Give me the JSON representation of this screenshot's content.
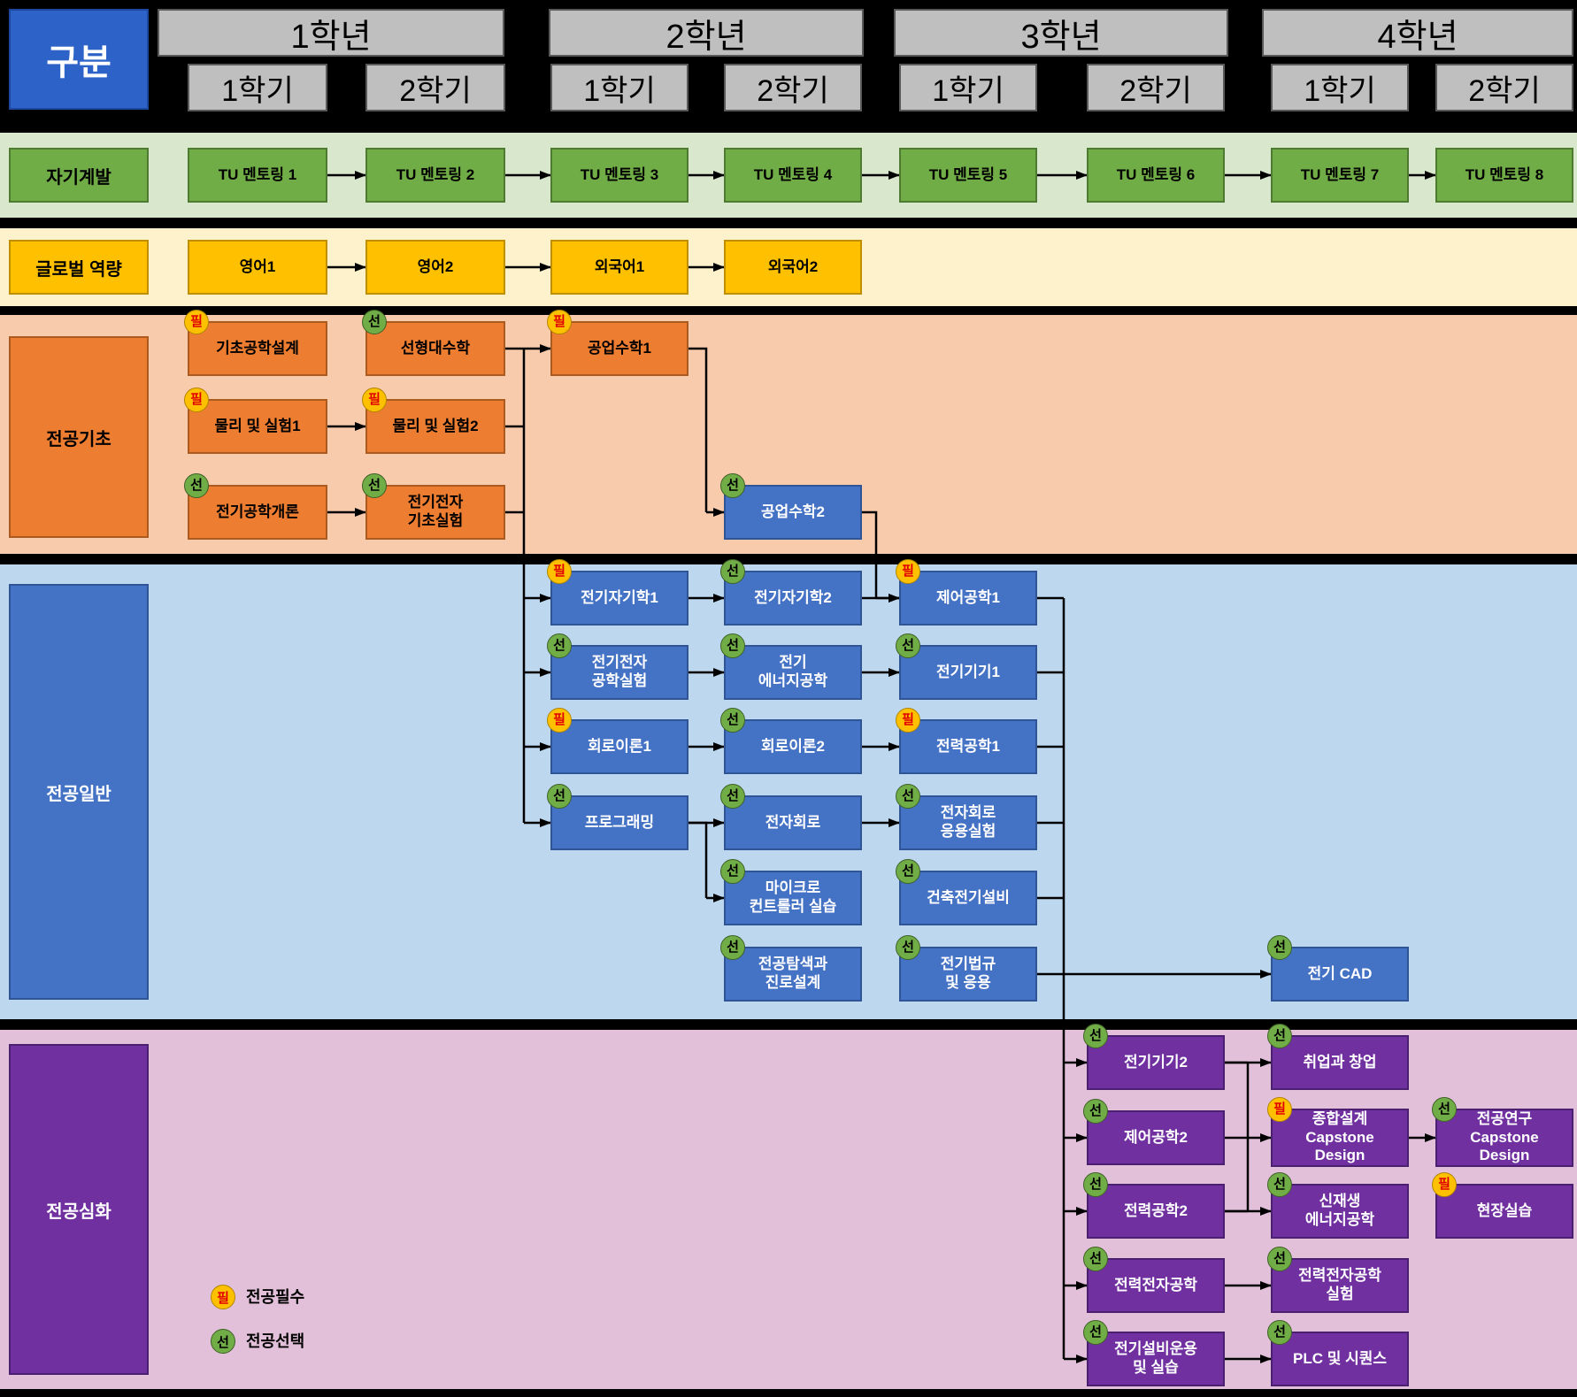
{
  "header": {
    "corner": "구분",
    "years": [
      "1학년",
      "2학년",
      "3학년",
      "4학년"
    ],
    "semesters": [
      "1학기",
      "2학기",
      "1학기",
      "2학기",
      "1학기",
      "2학기",
      "1학기",
      "2학기"
    ]
  },
  "tracks": {
    "selfdev": "자기계발",
    "global": "글로벌 역량",
    "basic": "전공기초",
    "general": "전공일반",
    "advanced": "전공심화"
  },
  "legend": {
    "required": {
      "badge": "필",
      "label": "전공필수"
    },
    "elective": {
      "badge": "선",
      "label": "전공선택"
    }
  },
  "colors": {
    "required_badge": "#ffc000",
    "elective_badge": "#70ad47",
    "selfdev": "#70ad47",
    "global": "#ffc000",
    "basic": "#ed7d31",
    "general": "#4472c4",
    "advanced": "#7030a0"
  },
  "courses": {
    "tu1": {
      "label": "TU 멘토링 1"
    },
    "tu2": {
      "label": "TU 멘토링 2"
    },
    "tu3": {
      "label": "TU 멘토링 3"
    },
    "tu4": {
      "label": "TU 멘토링 4"
    },
    "tu5": {
      "label": "TU 멘토링 5"
    },
    "tu6": {
      "label": "TU 멘토링 6"
    },
    "tu7": {
      "label": "TU 멘토링 7"
    },
    "tu8": {
      "label": "TU 멘토링 8"
    },
    "eng1": {
      "label": "영어1"
    },
    "eng2": {
      "label": "영어2"
    },
    "lang1": {
      "label": "외국어1"
    },
    "lang2": {
      "label": "외국어2"
    },
    "basicdesign": {
      "label": "기초공학설계",
      "badge": "필"
    },
    "linalg": {
      "label": "선형대수학",
      "badge": "선"
    },
    "engmath1": {
      "label": "공업수학1",
      "badge": "필"
    },
    "phys1": {
      "label": "물리 및 실험1",
      "badge": "필"
    },
    "phys2": {
      "label": "물리 및 실험2",
      "badge": "필"
    },
    "intro": {
      "label": "전기공학개론",
      "badge": "선"
    },
    "basiclab": {
      "label": "전기전자\n기초실험",
      "badge": "선"
    },
    "engmath2": {
      "label": "공업수학2",
      "badge": "선"
    },
    "emag1": {
      "label": "전기자기학1",
      "badge": "필"
    },
    "emag2": {
      "label": "전기자기학2",
      "badge": "선"
    },
    "control1": {
      "label": "제어공학1",
      "badge": "필"
    },
    "eelab": {
      "label": "전기전자\n공학실험",
      "badge": "선"
    },
    "energy": {
      "label": "전기\n에너지공학",
      "badge": "선"
    },
    "machine1": {
      "label": "전기기기1",
      "badge": "선"
    },
    "circuit1": {
      "label": "회로이론1",
      "badge": "필"
    },
    "circuit2": {
      "label": "회로이론2",
      "badge": "선"
    },
    "power1": {
      "label": "전력공학1",
      "badge": "필"
    },
    "programming": {
      "label": "프로그래밍",
      "badge": "선"
    },
    "electronics": {
      "label": "전자회로",
      "badge": "선"
    },
    "elelab": {
      "label": "전자회로\n응용실험",
      "badge": "선"
    },
    "micro": {
      "label": "마이크로\n컨트롤러 실습",
      "badge": "선"
    },
    "building": {
      "label": "건축전기설비",
      "badge": "선"
    },
    "explore": {
      "label": "전공탐색과\n진로설계",
      "badge": "선"
    },
    "law": {
      "label": "전기법규\n및 응용",
      "badge": "선"
    },
    "cad": {
      "label": "전기 CAD",
      "badge": "선"
    },
    "machine2": {
      "label": "전기기기2",
      "badge": "선"
    },
    "startup": {
      "label": "취업과 창업",
      "badge": "선"
    },
    "control2": {
      "label": "제어공학2",
      "badge": "선"
    },
    "capstone1": {
      "label": "종합설계\nCapstone\nDesign",
      "badge": "필"
    },
    "capstone2": {
      "label": "전공연구\nCapstone\nDesign",
      "badge": "선"
    },
    "power2": {
      "label": "전력공학2",
      "badge": "선"
    },
    "renewable": {
      "label": "신재생\n에너지공학",
      "badge": "선"
    },
    "internship": {
      "label": "현장실습",
      "badge": "필"
    },
    "powerelec": {
      "label": "전력전자공학",
      "badge": "선"
    },
    "powereleclab": {
      "label": "전력전자공학\n실험",
      "badge": "선"
    },
    "facility": {
      "label": "전기설비운용\n및 실습",
      "badge": "선"
    },
    "plc": {
      "label": "PLC 및 시퀀스",
      "badge": "선"
    }
  }
}
